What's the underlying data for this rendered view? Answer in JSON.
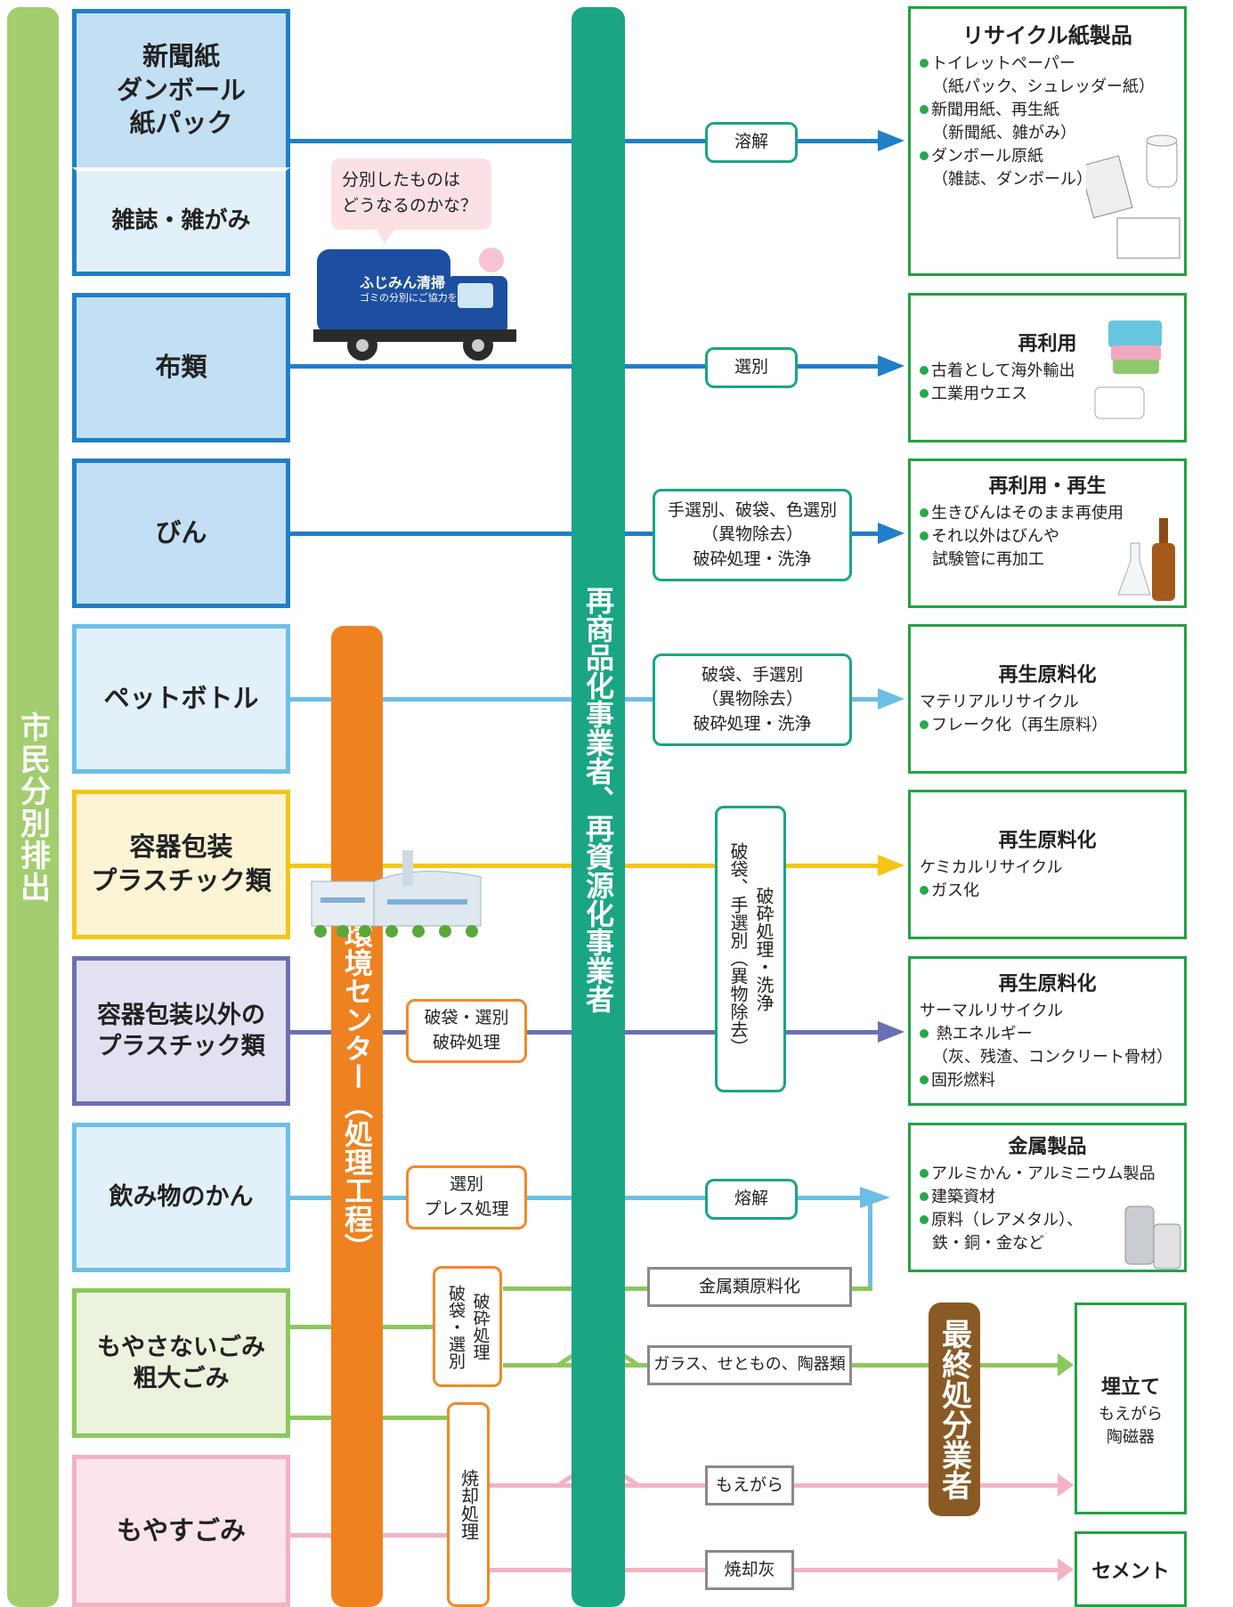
{
  "bars": {
    "citizen": "市民分別排出",
    "center": "環境センター（処理工程）",
    "recycler": "再商品化事業者、再資源化事業者",
    "final": "最終処分業者"
  },
  "speech": "分別したものは\nどうなるのかな？",
  "truck": {
    "line1": "ふじみん清掃",
    "line2": "ゴミの分別にご協力を"
  },
  "categories": {
    "paper": [
      "新聞紙",
      "ダンボール",
      "紙パック"
    ],
    "magazine": "雑誌・雑がみ",
    "cloth": "布類",
    "bottle": "びん",
    "pet": "ペットボトル",
    "pla_pack": [
      "容器包装",
      "プラスチック類"
    ],
    "pla_other": [
      "容器包装以外の",
      "プラスチック類"
    ],
    "can": "飲み物のかん",
    "nonburn": [
      "もやさないごみ",
      "粗大ごみ"
    ],
    "burn": "もやすごみ"
  },
  "process": {
    "melt_paper": "溶解",
    "sort_cloth": "選別",
    "bottle": [
      "手選別、破袋、色選別",
      "（異物除去）",
      "破砕処理・洗浄"
    ],
    "pet": [
      "破袋、手選別",
      "（異物除去）",
      "破砕処理・洗浄"
    ],
    "pla_vertical": [
      "破袋、手選別（異物除去）",
      "破砕処理・洗浄"
    ],
    "pla_center": [
      "破袋・選別",
      "破砕処理"
    ],
    "can_center": [
      "選別",
      "プレス処理"
    ],
    "melt_can": "熔解",
    "nonburn_center": [
      "破袋・選別",
      "破砕処理"
    ],
    "burn_center": "焼却処理",
    "metal": "金属類原料化",
    "glass": "ガラス、せともの、陶器類",
    "moegara": "もえがら",
    "ash": "焼却灰"
  },
  "destinations": {
    "paper": {
      "title": "リサイクル紙製品",
      "lines": [
        "●トイレットペーパー",
        "（紙パック、シュレッダー紙）",
        "●新聞用紙、再生紙",
        "（新聞紙、雑がみ）",
        "●ダンボール原紙",
        "（雑誌、ダンボール）"
      ]
    },
    "cloth": {
      "title": "再利用",
      "lines": [
        "●古着として海外輸出",
        "●工業用ウエス"
      ]
    },
    "bottle": {
      "title": "再利用・再生",
      "lines": [
        "●生きびんはそのまま再使用",
        "●それ以外はびんや",
        "試験管に再加工"
      ]
    },
    "pet": {
      "title": "再生原料化",
      "lines": [
        "マテリアルリサイクル",
        "●フレーク化（再生原料）"
      ]
    },
    "pla_pack": {
      "title": "再生原料化",
      "lines": [
        "ケミカルリサイクル",
        "●ガス化"
      ]
    },
    "pla_other": {
      "title": "再生原料化",
      "lines": [
        "サーマルリサイクル",
        "● 熱エネルギー",
        "（灰、残渣、コンクリート骨材）",
        "●固形燃料"
      ]
    },
    "metal": {
      "title": "金属製品",
      "lines": [
        "●アルミかん・アルミニウム製品",
        "●建築資材",
        "●原料（レアメタル）、",
        "鉄・銅・金など"
      ]
    },
    "landfill": {
      "title": "埋立て",
      "lines": [
        "もえがら",
        "陶磁器"
      ]
    },
    "cement": {
      "title": "セメント"
    }
  },
  "colors": {
    "green_bar": "#a3cd6f",
    "orange": "#ee8221",
    "teal": "#1aa583",
    "brown": "#8a5a24",
    "blue": "#1f7fc7",
    "lightblue": "#6cbfe6",
    "yellow": "#f5c516",
    "purple": "#6b6fb3",
    "green_line": "#8cc75c",
    "pink": "#f4b2c4"
  }
}
